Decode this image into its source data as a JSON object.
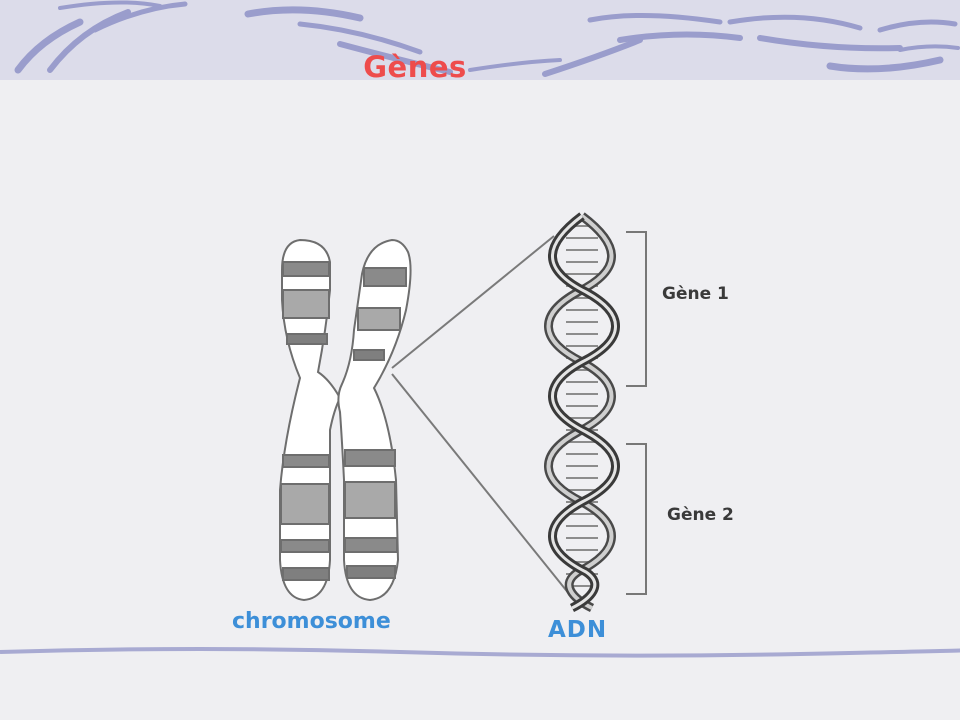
{
  "slide": {
    "title": "Gènes"
  },
  "diagram": {
    "chromosome_label": "chromosome",
    "dna_label": "ADN",
    "gene1_label": "Gène 1",
    "gene2_label": "Gène 2"
  },
  "colors": {
    "title": "#ee4c4c",
    "labels_blue": "#3d8fd8",
    "decor_swoosh": "#9a9dcc",
    "background": "#efeff2"
  }
}
